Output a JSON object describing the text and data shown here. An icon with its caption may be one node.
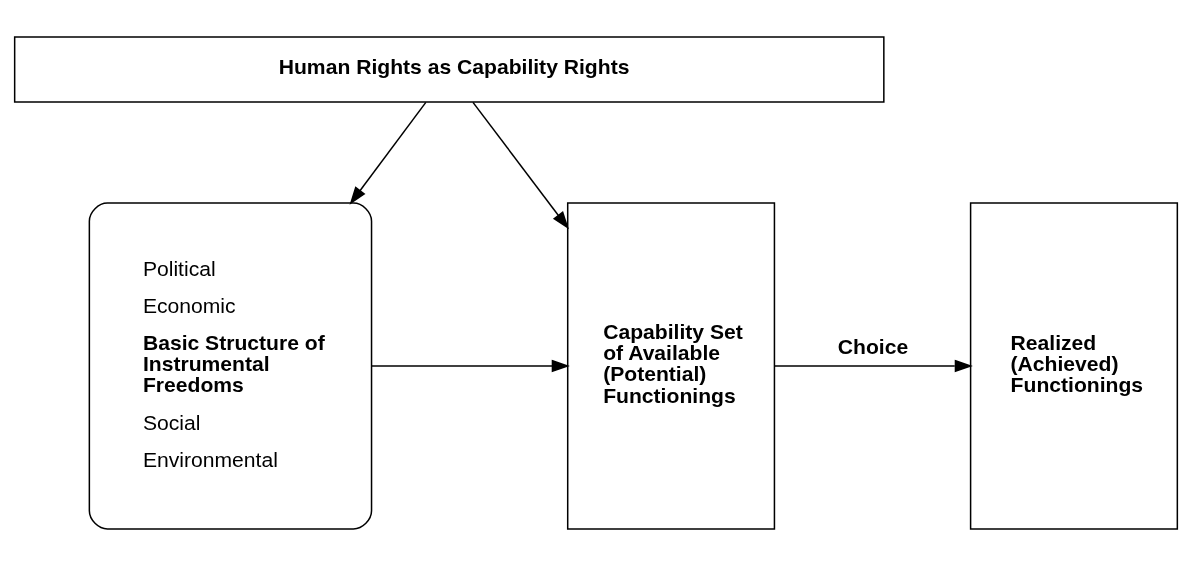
{
  "diagram": {
    "nodes": [
      {
        "text": [
          "Human Rights as Capability Rights"
        ]
      },
      {
        "text": [
          "Political",
          "Economic",
          "Basic Structure of Instrumental Freedoms",
          "Social",
          "Environmental"
        ]
      },
      {
        "text": [
          "Capability Set of Available (Potential) Functionings"
        ]
      },
      {
        "text": [
          "Realized (Achieved) Functionings"
        ]
      }
    ],
    "edges": [
      {
        "from": 0,
        "to": 1,
        "arrow": "to"
      },
      {
        "from": 0,
        "to": 2,
        "arrow": "to"
      },
      {
        "from": 1,
        "to": 2,
        "arrow": "to"
      },
      {
        "from": 2,
        "to": 3,
        "arrow": "to",
        "label": "Choice"
      }
    ]
  }
}
